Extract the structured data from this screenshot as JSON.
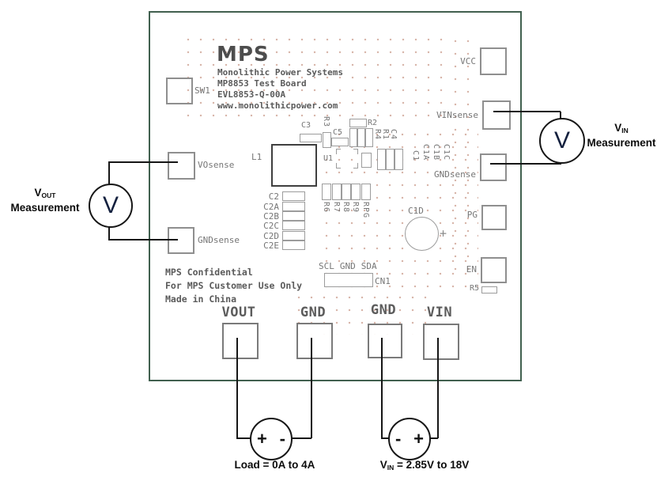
{
  "board": {
    "logo": "MPS",
    "info_lines": [
      "Monolithic Power Systems",
      "MP8853 Test Board",
      "EVL8853-Q-00A",
      "www.monolithicpower.com"
    ],
    "confidential_lines": [
      "MPS Confidential",
      "For MPS Customer Use Only",
      "Made in China"
    ],
    "pads": {
      "sw1": "SW1",
      "vosense": "VOsense",
      "gndsense_left": "GNDsense",
      "vcc": "VCC",
      "vinsense": "VINsense",
      "gndsense_right": "GNDsense",
      "pg": "PG",
      "en": "EN",
      "r5": "R5"
    },
    "terminals": {
      "vout": "VOUT",
      "gnd1": "GND",
      "gnd2": "GND",
      "vin": "VIN"
    },
    "components": {
      "l1": "L1",
      "c3": "C3",
      "r3": "R3",
      "c5": "C5",
      "r2": "R2",
      "r4": "R4",
      "r1": "R1",
      "c4": "C4",
      "u1": "U1",
      "r6": "R6",
      "r7": "R7",
      "r8": "R8",
      "r9": "R9",
      "rpg": "RPG",
      "c2": [
        "C2",
        "C2A",
        "C2B",
        "C2C",
        "C2D",
        "C2E"
      ],
      "c1": [
        "C1",
        "C1A",
        "C1B",
        "C1C"
      ],
      "c1d": "C1D",
      "c1d_polarity": "+",
      "scl": "SCL",
      "gnd": "GND",
      "sda": "SDA",
      "cn1": "CN1"
    }
  },
  "measurement": {
    "vout": {
      "meter": "V",
      "name": "V",
      "name_sub": "OUT",
      "caption": "Measurement"
    },
    "vin": {
      "meter": "V",
      "name": "V",
      "name_sub": "IN",
      "caption": "Measurement"
    }
  },
  "sources": {
    "load": {
      "left_sign": "+",
      "right_sign": "-",
      "caption": "Load = 0A to 4A"
    },
    "vin_supply": {
      "left_sign": "-",
      "right_sign": "+",
      "caption_name": "V",
      "caption_sub": "IN",
      "caption_rest": " = 2.85V to 18V"
    }
  },
  "colors": {
    "board_border": "#41604f",
    "silkscreen_gray": "#767676",
    "wire_black": "#161616",
    "via_dots": "#c18a78"
  }
}
